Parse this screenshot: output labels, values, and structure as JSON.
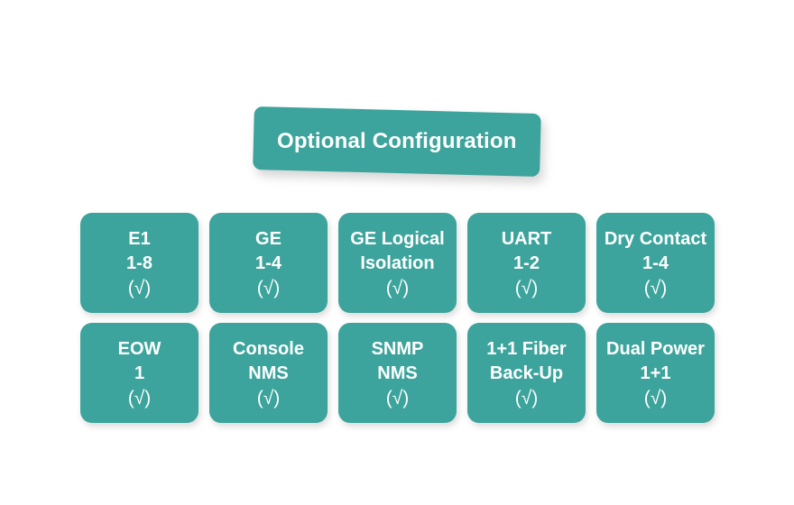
{
  "banner": {
    "title": "Optional Configuration",
    "color": "#3ca49c",
    "text_color": "#ffffff"
  },
  "theme": {
    "background": "#ffffff",
    "accent": "#3ca49c",
    "card_text": "#ffffff",
    "shadow": "rgba(130,130,130,0.28)"
  },
  "grid": {
    "rows": [
      {
        "cards": [
          {
            "name": "e1",
            "line1": "E1",
            "line2": "1-8",
            "line3": "(√)"
          },
          {
            "name": "ge",
            "line1": "GE",
            "line2": "1-4",
            "line3": "(√)"
          },
          {
            "name": "ge-logical-isolation",
            "line1": "GE Logical",
            "line2": "Isolation",
            "line3": "(√)"
          },
          {
            "name": "uart",
            "line1": "UART",
            "line2": "1-2",
            "line3": "(√)"
          },
          {
            "name": "dry-contact",
            "line1": "Dry Contact",
            "line2": "1-4",
            "line3": "(√)"
          }
        ]
      },
      {
        "cards": [
          {
            "name": "eow",
            "line1": "EOW",
            "line2": "1",
            "line3": "(√)"
          },
          {
            "name": "console-nms",
            "line1": "Console",
            "line2": "NMS",
            "line3": "(√)"
          },
          {
            "name": "snmp-nms",
            "line1": "SNMP",
            "line2": "NMS",
            "line3": "(√)"
          },
          {
            "name": "fiber-backup",
            "line1": "1+1 Fiber",
            "line2": "Back-Up",
            "line3": "(√)"
          },
          {
            "name": "dual-power",
            "line1": "Dual Power",
            "line2": "1+1",
            "line3": "(√)"
          }
        ]
      }
    ]
  }
}
